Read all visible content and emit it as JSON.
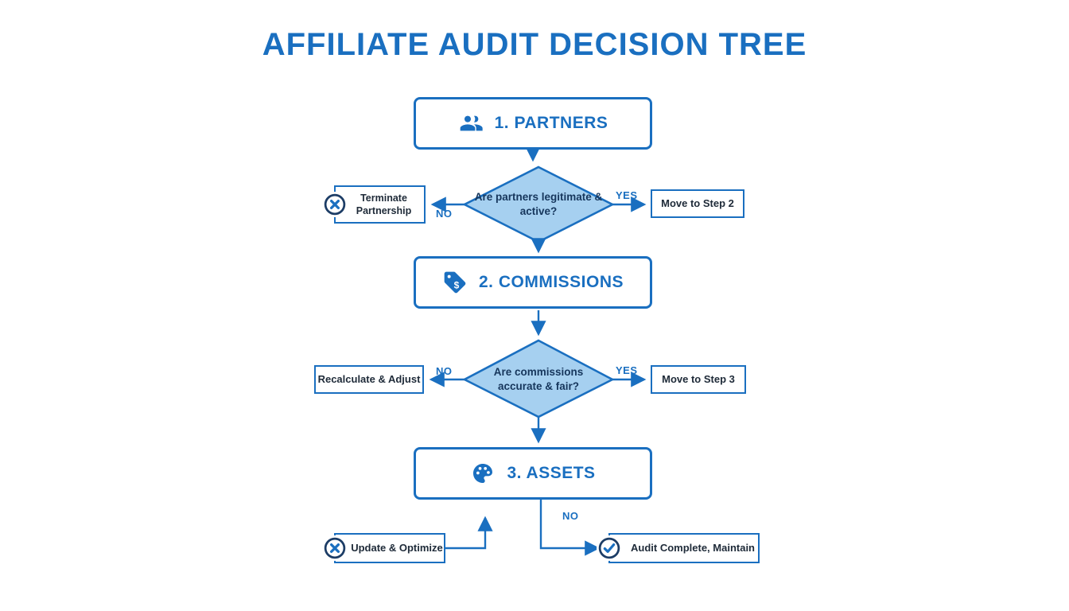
{
  "title": "AFFILIATE AUDIT DECISION TREE",
  "steps": [
    {
      "label": "1. PARTNERS",
      "icon": "people-icon"
    },
    {
      "label": "2. COMMISSIONS",
      "icon": "price-tag-icon"
    },
    {
      "label": "3. ASSETS",
      "icon": "palette-icon"
    }
  ],
  "decision1": {
    "question": "Are partners legitimate & active?",
    "no_label": "NO",
    "yes_label": "YES",
    "no_action": "Terminate Partnership",
    "yes_action": "Move to Step 2"
  },
  "decision2": {
    "question": "Are commissions accurate & fair?",
    "no_label": "NO",
    "yes_label": "YES",
    "no_action": "Recalculate & Adjust",
    "yes_action": "Move to Step 3"
  },
  "final": {
    "no_label": "NO",
    "left_action": "Update & Optimize",
    "right_action": "Audit Complete, Maintain"
  },
  "colors": {
    "accent": "#1a6fc0",
    "diamond_fill": "#a6d0f0",
    "diamond_text": "#16365c"
  }
}
